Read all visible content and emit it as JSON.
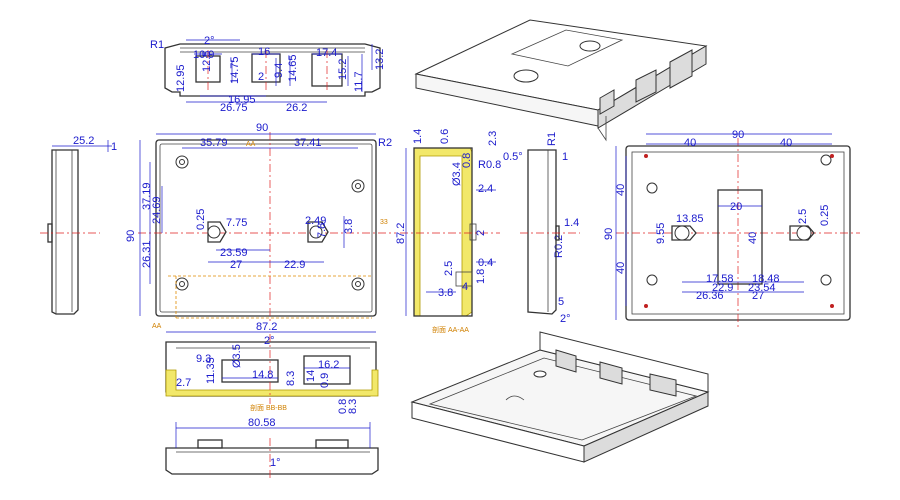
{
  "colors": {
    "dimension": "#1a1acc",
    "centerline": "#e02020",
    "hidden": "#e08a00",
    "section_fill": "#f2e86a",
    "outline": "#333333"
  },
  "top_view": {
    "angle": "2°",
    "radius": "R1",
    "dims": [
      "10.9",
      "12.5",
      "12.95",
      "14.75",
      "16",
      "9.4",
      "14.65",
      "17.4",
      "15.2",
      "13.2",
      "11.7",
      "16.95",
      "26.75",
      "26.2",
      "2"
    ]
  },
  "left_side": {
    "dims": [
      "25.2",
      "1"
    ]
  },
  "front_view": {
    "dims": [
      "90",
      "35.79",
      "37.41",
      "R2",
      "37.19",
      "24.69",
      "90",
      "26.31",
      "0.25",
      "7.75",
      "2.49",
      "7.8",
      "3.8",
      "23.59",
      "27",
      "22.9"
    ],
    "marks": [
      "AA",
      "33",
      "AA"
    ]
  },
  "section_view": {
    "dims": [
      "1.4",
      "0.6",
      "R0.8",
      "2.3",
      "0.5°",
      "R1",
      "1",
      "Ø3.4",
      "2.4",
      "0.8",
      "87.2",
      "2",
      "0.4",
      "2.5",
      "4",
      "3.8",
      "1.8",
      "1.4",
      "R0.2",
      "5",
      "2°"
    ],
    "caption": "剖面 AA-AA"
  },
  "back_view": {
    "dims": [
      "90",
      "40",
      "40",
      "90",
      "40",
      "40",
      "20",
      "40",
      "13.85",
      "9.55",
      "2.5",
      "0.25",
      "17.58",
      "18.48",
      "22.9",
      "23.54",
      "26.36",
      "27"
    ]
  },
  "bottom_section": {
    "dims": [
      "87.2",
      "2°",
      "9.3",
      "11.35",
      "Ø3.5",
      "16.2",
      "14",
      "14.8",
      "8.3",
      "0.9",
      "0.8",
      "8.3",
      "2.7"
    ],
    "caption": "剖面 BB-BB"
  },
  "bottom_view": {
    "dims": [
      "80.58",
      "1°"
    ]
  }
}
